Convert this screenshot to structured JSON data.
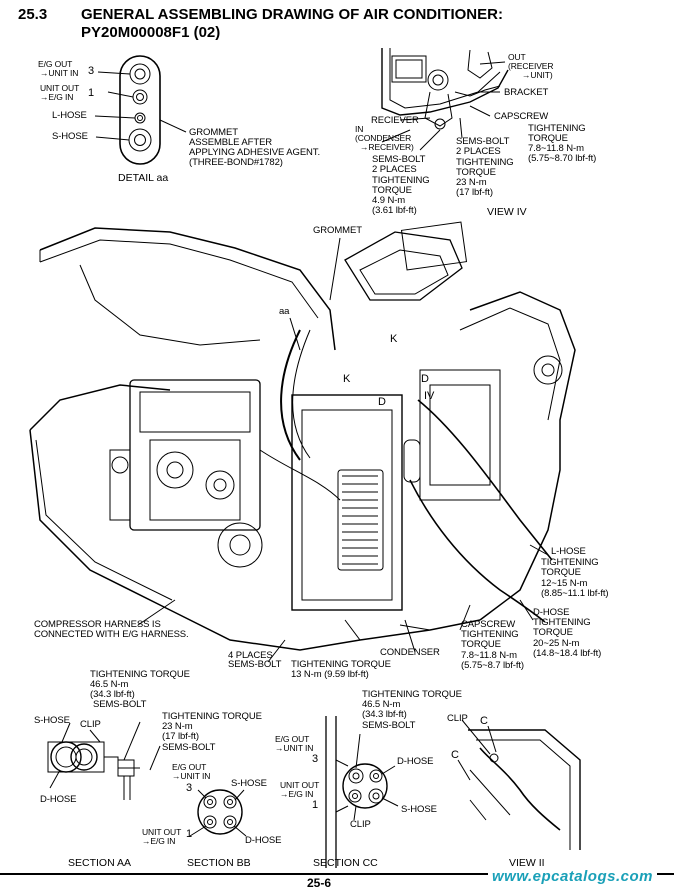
{
  "header": {
    "section_number": "25.3",
    "title_line1": "GENERAL ASSEMBLING DRAWING OF AIR CONDITIONER:",
    "title_line2": "PY20M00008F1 (02)"
  },
  "detail_aa": {
    "eg_out_1": "E/G OUT",
    "eg_out_2": "→UNIT IN",
    "eg_out_num": "3",
    "unit_out_1": "UNIT OUT",
    "unit_out_2": "→E/G IN",
    "unit_out_num": "1",
    "l_hose": "L-HOSE",
    "s_hose": "S-HOSE",
    "grommet_1": "GROMMET",
    "grommet_2": "ASSEMBLE AFTER",
    "grommet_3": "APPLYING ADHESIVE AGENT.",
    "grommet_4": "(THREE-BOND#1782)",
    "caption": "DETAIL aa"
  },
  "view_iv": {
    "out_1": "OUT",
    "out_2": "(RECEIVER",
    "out_3": "→UNIT)",
    "bracket": "BRACKET",
    "capscrew": "CAPSCREW",
    "capscrew_tt_1": "TIGHTENING",
    "capscrew_tt_2": "TORQUE",
    "capscrew_tt_3": "7.8~11.8 N-m",
    "capscrew_tt_4": "(5.75~8.70 lbf-ft)",
    "reciever": "RECIEVER",
    "in_1": "IN",
    "in_2": "(CONDENSER",
    "in_3": "→RECEIVER)",
    "sems_bolt": "SEMS-BOLT",
    "sems_places": "2 PLACES",
    "sems_tt_1": "TIGHTENING",
    "sems_tt_2": "TORQUE",
    "sems_tt_3": "4.9 N-m",
    "sems_tt_4": "(3.61 lbf-ft)",
    "sems2_1": "SEMS-BOLT",
    "sems2_2": "2 PLACES",
    "sems2_3": "TIGHTENING",
    "sems2_4": "TORQUE",
    "sems2_5": "23 N-m",
    "sems2_6": "(17 lbf-ft)",
    "caption": "VIEW IV"
  },
  "main": {
    "grommet": "GROMMET",
    "aa": "aa",
    "k1": "K",
    "k2": "K",
    "d1": "D",
    "d2": "D",
    "iv": "IV",
    "l_hose": "L-HOSE",
    "l_tt_1": "TIGHTENING",
    "l_tt_2": "TORQUE",
    "l_tt_3": "12~15 N-m",
    "l_tt_4": "(8.85~11.1 lbf-ft)",
    "d_hose": "D-HOSE",
    "d_tt_1": "TIGHTENING",
    "d_tt_2": "TORQUE",
    "d_tt_3": "20~25 N-m",
    "d_tt_4": "(14.8~18.4 lbf-ft)",
    "capscrew": "CAPSCREW",
    "cap_tt_1": "TIGHTENING",
    "cap_tt_2": "TORQUE",
    "cap_tt_3": "7.8~11.8 N-m",
    "cap_tt_4": "(5.75~8.7 lbf-ft)",
    "condenser": "CONDENSER",
    "harness_1": "COMPRESSOR HARNESS IS",
    "harness_2": "CONNECTED WITH E/G HARNESS.",
    "places_1": "4 PLACES",
    "places_2": "SEMS-BOLT",
    "places_tt": "TIGHTENING TORQUE",
    "places_val": "13 N-m (9.59 lbf-ft)"
  },
  "section_aa": {
    "tt_1": "TIGHTENING TORQUE",
    "tt_2": "46.5 N-m",
    "tt_3": "(34.3 lbf-ft)",
    "sems": "SEMS-BOLT",
    "s_hose": "S-HOSE",
    "clip": "CLIP",
    "d_hose": "D-HOSE",
    "caption": "SECTION AA"
  },
  "section_bb": {
    "tt_1": "TIGHTENING TORQUE",
    "tt_2": "23 N-m",
    "tt_3": "(17 lbf-ft)",
    "sems": "SEMS-BOLT",
    "eg_out_1": "E/G OUT",
    "eg_out_2": "→UNIT IN",
    "num3": "3",
    "s_hose": "S-HOSE",
    "unit_out_1": "UNIT OUT",
    "unit_out_2": "→E/G IN",
    "num1": "1",
    "d_hose": "D-HOSE",
    "caption": "SECTION BB"
  },
  "section_cc": {
    "tt_1": "TIGHTENING TORQUE",
    "tt_2": "46.5 N-m",
    "tt_3": "(34.3 lbf-ft)",
    "sems": "SEMS-BOLT",
    "eg_out_1": "E/G OUT",
    "eg_out_2": "→UNIT IN",
    "num3": "3",
    "d_hose": "D-HOSE",
    "unit_out_1": "UNIT OUT",
    "unit_out_2": "→E/G IN",
    "num1": "1",
    "s_hose": "S-HOSE",
    "clip": "CLIP",
    "caption": "SECTION CC"
  },
  "view_ii": {
    "clip": "CLIP",
    "c1": "C",
    "c2": "C",
    "caption": "VIEW II"
  },
  "footer": {
    "page_number": "25-6",
    "watermark": "www.epcatalogs.com"
  }
}
